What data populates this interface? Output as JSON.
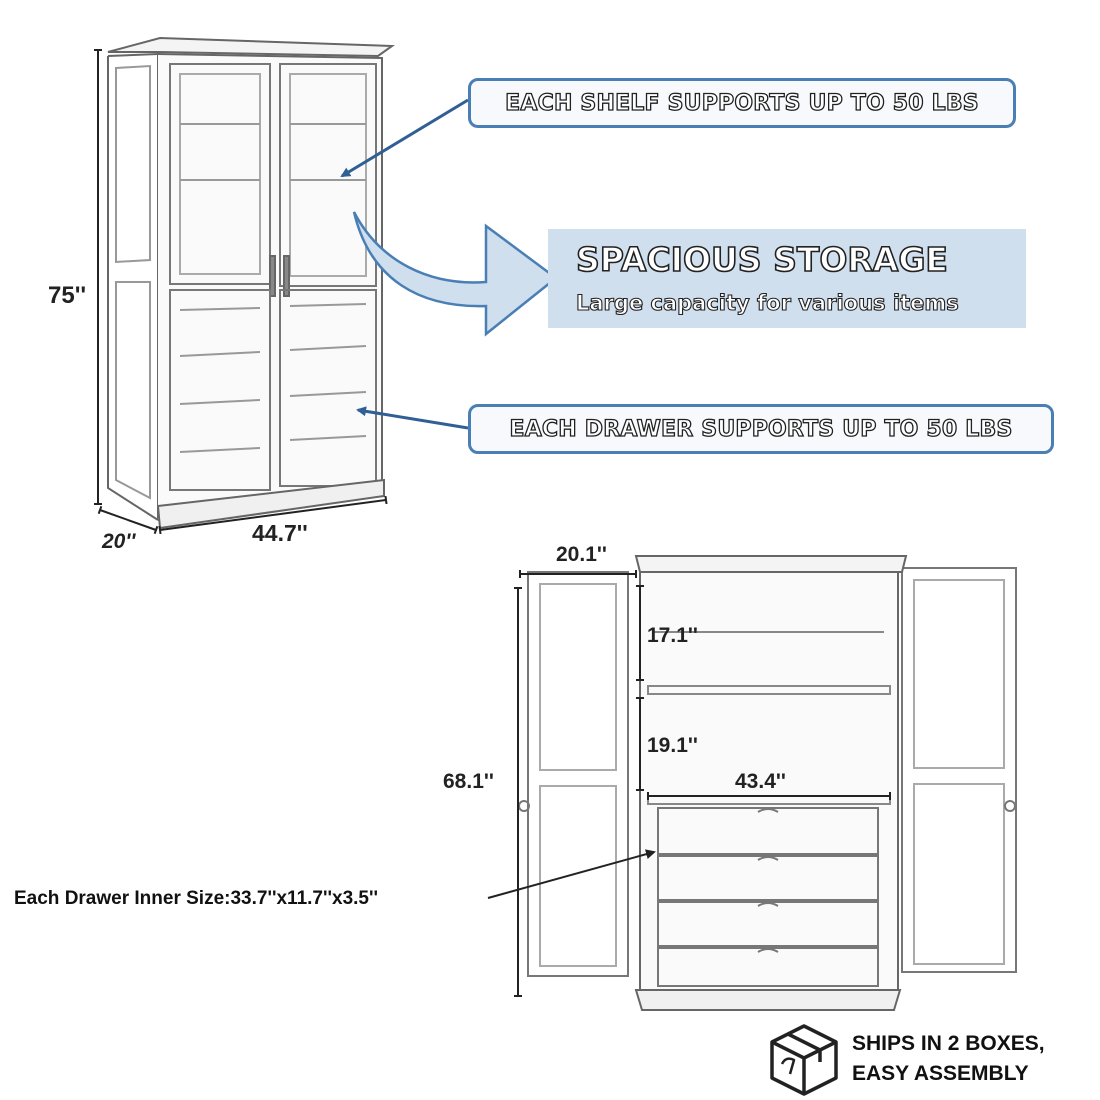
{
  "callouts": {
    "shelf": "EACH SHELF SUPPORTS UP TO 50 LBS",
    "storage_title": "SPACIOUS STORAGE",
    "storage_subtitle": "Large capacity for various items",
    "drawer": "EACH DRAWER SUPPORTS UP TO 50 LBS"
  },
  "dimensions": {
    "height": "75''",
    "depth": "20''",
    "width": "44.7''",
    "door_depth": "20.1''",
    "upper_shelf": "17.1''",
    "lower_shelf": "19.1''",
    "inner_height": "68.1''",
    "inner_width": "43.4''"
  },
  "drawer_inner_size": "Each Drawer Inner Size:33.7''x11.7''x3.5''",
  "shipping": {
    "line1": "SHIPS IN 2 BOXES,",
    "line2": "EASY ASSEMBLY",
    "icon": "box-icon"
  },
  "colors": {
    "accent": "#4a7fb5",
    "panel": "#cfdfee",
    "line": "#555555"
  }
}
